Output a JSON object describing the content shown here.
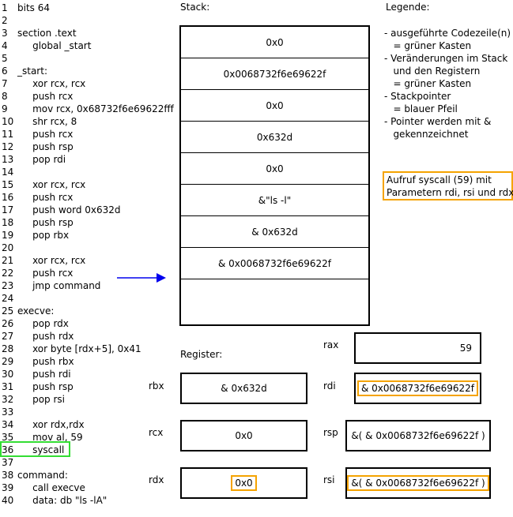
{
  "code": [
    {
      "n": "1",
      "t": "bits 64"
    },
    {
      "n": "2",
      "t": ""
    },
    {
      "n": "3",
      "t": "section .text"
    },
    {
      "n": "4",
      "t": "     global _start"
    },
    {
      "n": "5",
      "t": ""
    },
    {
      "n": "6",
      "t": "_start:"
    },
    {
      "n": "7",
      "t": "     xor rcx, rcx"
    },
    {
      "n": "8",
      "t": "     push rcx"
    },
    {
      "n": "9",
      "t": "     mov rcx, 0x68732f6e69622fff"
    },
    {
      "n": "10",
      "t": "     shr rcx, 8"
    },
    {
      "n": "11",
      "t": "     push rcx"
    },
    {
      "n": "12",
      "t": "     push rsp"
    },
    {
      "n": "13",
      "t": "     pop rdi"
    },
    {
      "n": "14",
      "t": ""
    },
    {
      "n": "15",
      "t": "     xor rcx, rcx"
    },
    {
      "n": "16",
      "t": "     push rcx"
    },
    {
      "n": "17",
      "t": "     push word 0x632d"
    },
    {
      "n": "18",
      "t": "     push rsp"
    },
    {
      "n": "19",
      "t": "     pop rbx"
    },
    {
      "n": "20",
      "t": ""
    },
    {
      "n": "21",
      "t": "     xor rcx, rcx"
    },
    {
      "n": "22",
      "t": "     push rcx"
    },
    {
      "n": "23",
      "t": "     jmp command"
    },
    {
      "n": "24",
      "t": ""
    },
    {
      "n": "25",
      "t": "execve:"
    },
    {
      "n": "26",
      "t": "     pop rdx"
    },
    {
      "n": "27",
      "t": "     push rdx"
    },
    {
      "n": "28",
      "t": "     xor byte [rdx+5], 0x41"
    },
    {
      "n": "29",
      "t": "     push rbx"
    },
    {
      "n": "30",
      "t": "     push rdi"
    },
    {
      "n": "31",
      "t": "     push rsp"
    },
    {
      "n": "32",
      "t": "     pop rsi"
    },
    {
      "n": "33",
      "t": ""
    },
    {
      "n": "34",
      "t": "     xor rdx,rdx"
    },
    {
      "n": "35",
      "t": "     mov al, 59"
    },
    {
      "n": "36",
      "t": "     syscall"
    },
    {
      "n": "37",
      "t": ""
    },
    {
      "n": "38",
      "t": "command:"
    },
    {
      "n": "39",
      "t": "     call execve"
    },
    {
      "n": "40",
      "t": "     data: db \"ls -lA\""
    }
  ],
  "stack": {
    "title": "Stack:",
    "cells": [
      "0x0",
      "0x0068732f6e69622f",
      "0x0",
      "0x632d",
      "0x0",
      "&\"ls -l\"",
      "& 0x632d",
      "& 0x0068732f6e69622f",
      ""
    ]
  },
  "legend": {
    "title": "Legende:",
    "lines": [
      "- ausgeführte Codezeile(n)",
      "   = grüner Kasten",
      "- Veränderungen im Stack",
      "   und den Registern",
      "   = grüner Kasten",
      "- Stackpointer",
      "   = blauer Pfeil",
      "- Pointer werden mit &",
      "   gekennzeichnet"
    ]
  },
  "note": {
    "line1": "Aufruf syscall (59) mit",
    "line2": "Parametern rdi, rsi und rdx"
  },
  "registers": {
    "title": "Register:",
    "rbx": {
      "label": "rbx",
      "value": "& 0x632d"
    },
    "rcx": {
      "label": "rcx",
      "value": "0x0"
    },
    "rdx": {
      "label": "rdx",
      "value": "0x0"
    },
    "rax": {
      "label": "rax",
      "value": "59"
    },
    "rdi": {
      "label": "rdi",
      "value": "& 0x0068732f6e69622f"
    },
    "rsp": {
      "label": "rsp",
      "value": "&( & 0x0068732f6e69622f )"
    },
    "rsi": {
      "label": "rsi",
      "value": "&( & 0x0068732f6e69622f )"
    }
  },
  "colors": {
    "highlight_green": "#33dd33",
    "highlight_orange": "#f5a300",
    "stack_pointer_arrow": "#0000ee"
  },
  "highlighted_code_line": 36,
  "stack_pointer_cell_index": 7
}
